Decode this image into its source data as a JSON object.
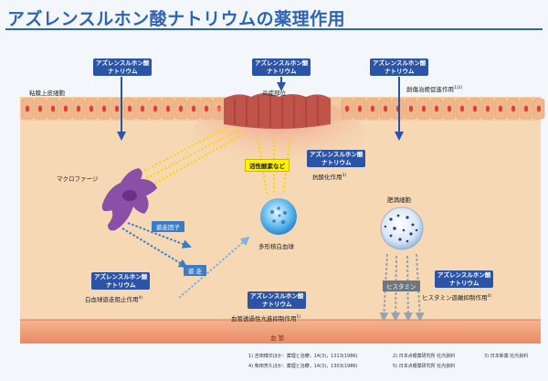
{
  "title": "アズレンスルホン酸ナトリウムの薬理作用",
  "drug_label_line1": "アズレンスルホン酸",
  "drug_label_line2": "ナトリウム",
  "labels": {
    "epithelium": "粘膜上皮細胞",
    "inflammation_site": "炎症部位",
    "wound_healing": "創傷治癒促進作用",
    "wound_healing_ref": "1)2)",
    "macrophage": "マクロファージ",
    "ros": "活性酸素など",
    "antioxidant": "抗酸化作用",
    "antioxidant_ref": "3)",
    "mast_cell": "肥満細胞",
    "migration_factor": "遊走因子",
    "neutrophil": "多形核白血球",
    "migration": "遊 走",
    "leukocyte_inhibit": "白血球遊走阻止作用",
    "leukocyte_inhibit_ref": "4)",
    "histamine": "ヒスタミン",
    "histamine_inhibit": "ヒスタミン遊離抑制作用",
    "histamine_inhibit_ref": "4)",
    "vascular_inhibit": "血管透過性亢進抑制作用",
    "vascular_inhibit_ref": "5)",
    "blood_vessel": "血 管"
  },
  "references": [
    "1) 吉田博次ほか：薬理と治療，14(3)，1313(1986)",
    "2) 日本点眼薬研究所 社内資料",
    "3) 日本新薬 社内資料",
    "4) 柴田芳久ほか：薬理と治療，14(3)，1303(1986)",
    "5) 日本点眼薬研究所 社内資料"
  ],
  "colors": {
    "title": "#2e64b3",
    "drug_box": "#2c54a6",
    "tissue": "#f6d8b4",
    "vessel": "#f0a47e",
    "macrophage": "#8a4fa6",
    "ros_rays": "#ffd400",
    "migration_arrow": "#3a7cc8",
    "histamine_arrow": "#9aa3ab"
  }
}
